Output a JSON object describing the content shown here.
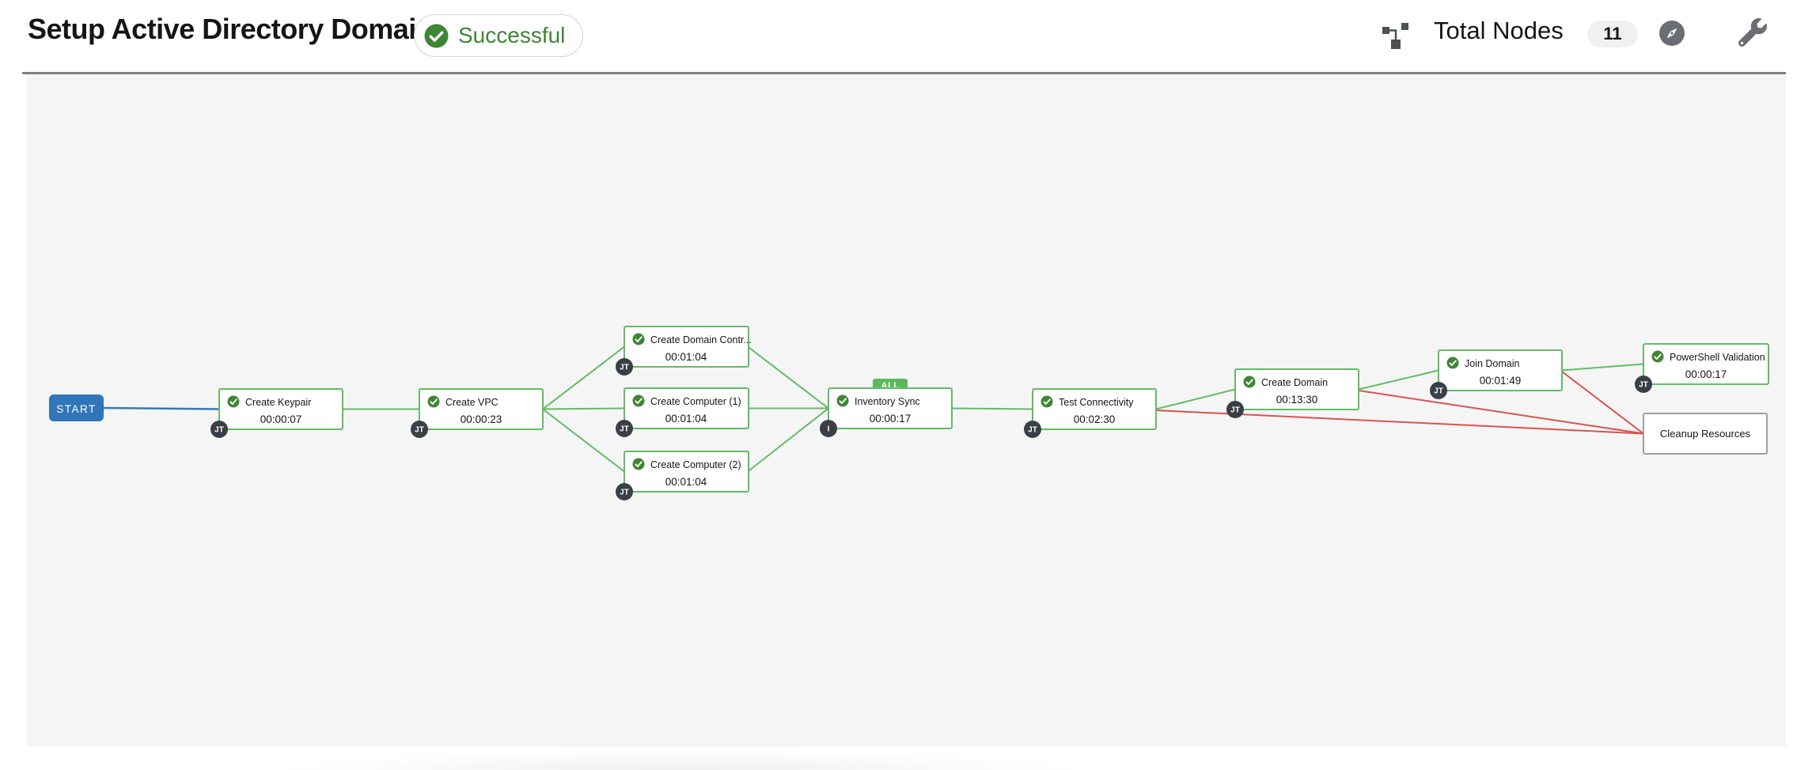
{
  "header": {
    "title": "Setup Active Directory Domain",
    "status": "Successful",
    "total_nodes_label": "Total Nodes",
    "total_nodes_count": "11",
    "icons": {
      "sitemap": "sitemap-icon",
      "compass": "compass-icon",
      "wrench": "wrench-icon"
    }
  },
  "colors": {
    "success_green": "#63bb66",
    "status_text_green": "#3e8635",
    "all_badge_green": "#5cb85c",
    "failure_red": "#d9534f",
    "start_blue": "#3076b8",
    "type_badge_dark": "#3a3f45",
    "canvas_bg": "#f5f5f6",
    "disabled_gray_border": "#9b9ea2"
  },
  "workflow": {
    "start_label": "START",
    "nodes": [
      {
        "label": "Create Keypair",
        "time": "00:00:07",
        "type_badge": "JT",
        "status": "successful"
      },
      {
        "label": "Create VPC",
        "time": "00:00:23",
        "type_badge": "JT",
        "status": "successful"
      },
      {
        "label": "Create Domain Contr...",
        "time": "00:01:04",
        "type_badge": "JT",
        "status": "successful"
      },
      {
        "label": "Create Computer (1)",
        "time": "00:01:04",
        "type_badge": "JT",
        "status": "successful"
      },
      {
        "label": "Create Computer (2)",
        "time": "00:01:04",
        "type_badge": "JT",
        "status": "successful"
      },
      {
        "label": "Inventory Sync",
        "time": "00:00:17",
        "type_badge": "I",
        "link_badge": "ALL",
        "status": "successful"
      },
      {
        "label": "Test Connectivity",
        "time": "00:02:30",
        "type_badge": "JT",
        "status": "successful"
      },
      {
        "label": "Create Domain",
        "time": "00:13:30",
        "type_badge": "JT",
        "status": "successful"
      },
      {
        "label": "Join Domain",
        "time": "00:01:49",
        "type_badge": "JT",
        "status": "successful"
      },
      {
        "label": "PowerShell Validation",
        "time": "00:00:17",
        "type_badge": "JT",
        "status": "successful"
      },
      {
        "label": "Cleanup Resources",
        "status": "not-run"
      }
    ],
    "edges": [
      {
        "from": "START",
        "to": "Create Keypair",
        "type": "start"
      },
      {
        "from": "Create Keypair",
        "to": "Create VPC",
        "type": "on-success"
      },
      {
        "from": "Create VPC",
        "to": "Create Domain Contr...",
        "type": "on-success"
      },
      {
        "from": "Create VPC",
        "to": "Create Computer (1)",
        "type": "on-success"
      },
      {
        "from": "Create VPC",
        "to": "Create Computer (2)",
        "type": "on-success"
      },
      {
        "from": "Create Domain Contr...",
        "to": "Inventory Sync",
        "type": "on-success"
      },
      {
        "from": "Create Computer (1)",
        "to": "Inventory Sync",
        "type": "on-success"
      },
      {
        "from": "Create Computer (2)",
        "to": "Inventory Sync",
        "type": "on-success"
      },
      {
        "from": "Inventory Sync",
        "to": "Test Connectivity",
        "type": "on-success"
      },
      {
        "from": "Test Connectivity",
        "to": "Create Domain",
        "type": "on-success"
      },
      {
        "from": "Test Connectivity",
        "to": "Cleanup Resources",
        "type": "on-failure"
      },
      {
        "from": "Create Domain",
        "to": "Join Domain",
        "type": "on-success"
      },
      {
        "from": "Create Domain",
        "to": "Cleanup Resources",
        "type": "on-failure"
      },
      {
        "from": "Join Domain",
        "to": "PowerShell Validation",
        "type": "on-success"
      },
      {
        "from": "Join Domain",
        "to": "Cleanup Resources",
        "type": "on-failure"
      }
    ]
  }
}
